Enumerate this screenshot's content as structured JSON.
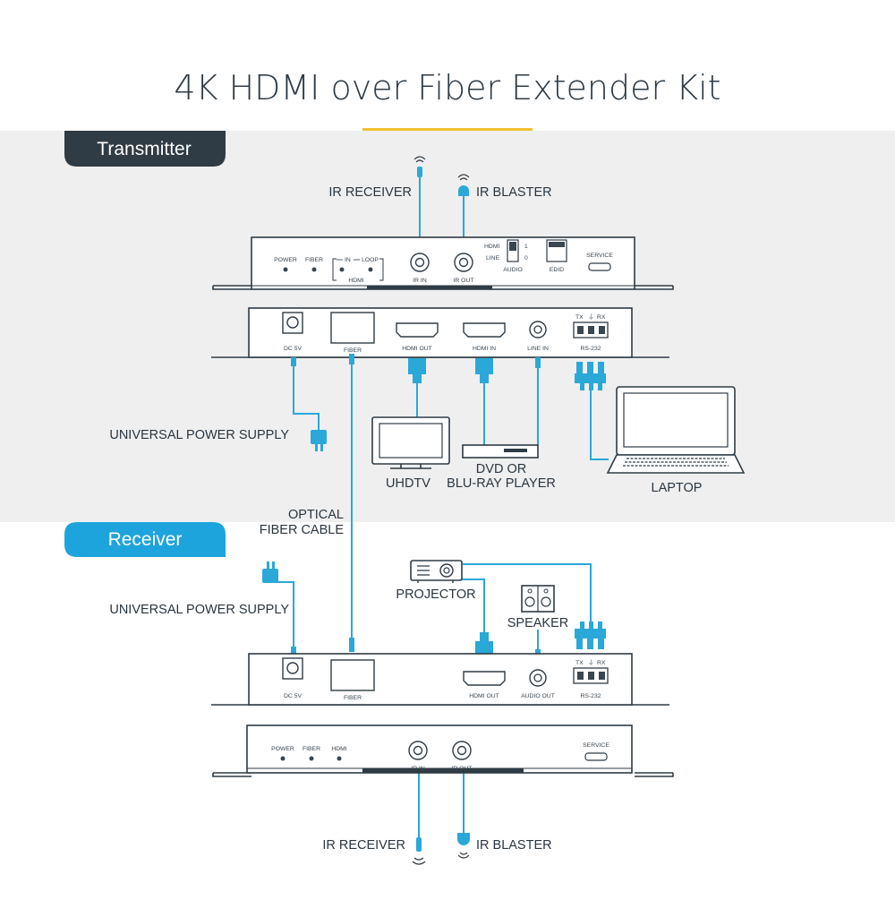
{
  "title": "4K HDMI over Fiber Extender Kit",
  "colors": {
    "accent_blue": "#2aa8d8",
    "dark_navy": "#2f3b45",
    "gold_rule": "#f2c12e",
    "band_gray": "#efefef",
    "receiver_blue": "#1ea4dc"
  },
  "sections": {
    "transmitter": "Transmitter",
    "receiver": "Receiver"
  },
  "labels": {
    "ir_receiver": "IR RECEIVER",
    "ir_blaster": "IR BLASTER",
    "universal_power_supply": "UNIVERSAL POWER SUPPLY",
    "uhdtv": "UHDTV",
    "dvd_line1": "DVD OR",
    "dvd_line2": "BLU-RAY PLAYER",
    "laptop": "LAPTOP",
    "optical_line1": "OPTICAL",
    "optical_line2": "FIBER CABLE",
    "projector": "PROJECTOR",
    "speaker": "SPEAKER"
  },
  "tx_front": {
    "power": "POWER",
    "fiber": "FIBER",
    "in": "IN",
    "loop": "LOOP",
    "hdmi": "HDMI",
    "ir_in": "IR IN",
    "ir_out": "IR OUT",
    "hdmi_switch": "HDMI",
    "line_switch": "LINE",
    "sw_1": "1",
    "sw_0": "0",
    "audio": "AUDIO",
    "edid": "EDID",
    "service": "SERVICE"
  },
  "tx_rear": {
    "dc5v": "DC 5V",
    "fiber": "FIBER",
    "hdmi_out": "HDMI OUT",
    "hdmi_in": "HDMI IN",
    "line_in": "LINE IN",
    "tx": "TX",
    "rx": "RX",
    "rs232": "RS-232"
  },
  "rx_rear": {
    "dc5v": "DC 5V",
    "fiber": "FIBER",
    "hdmi_out": "HDMI OUT",
    "audio_out": "AUDIO OUT",
    "tx": "TX",
    "rx": "RX",
    "rs232": "RS-232"
  },
  "rx_front": {
    "power": "POWER",
    "fiber": "FIBER",
    "hdmi": "HDMI",
    "ir_in": "IR IN",
    "ir_out": "IR OUT",
    "service": "SERVICE"
  }
}
